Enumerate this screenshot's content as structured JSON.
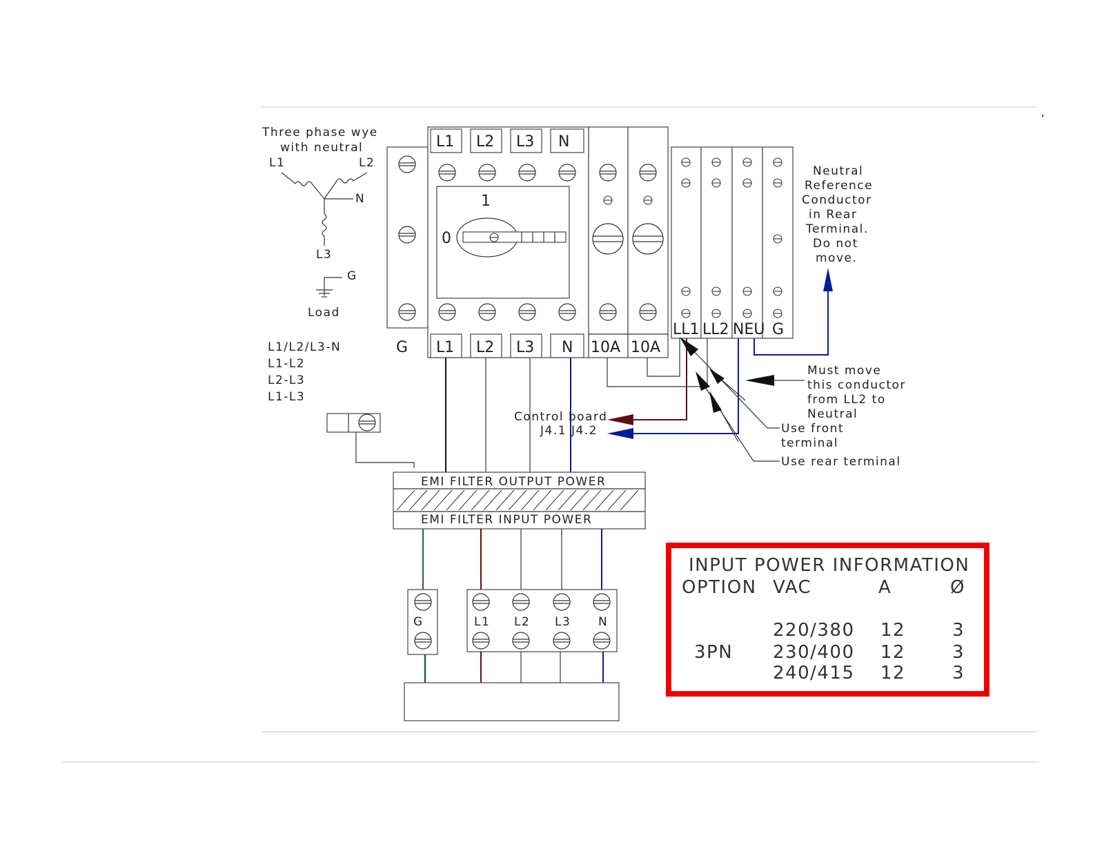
{
  "wye": {
    "title_line1": "Three phase wye",
    "title_line2": "with neutral",
    "l1": "L1",
    "l2": "L2",
    "l3": "L3",
    "n": "N",
    "g": "G",
    "load": "Load"
  },
  "connections": [
    "L1/L2/L3-N",
    "L1-L2",
    "L2-L3",
    "L1-L3"
  ],
  "switch": {
    "top_terminals": [
      "L1",
      "L2",
      "L3",
      "N"
    ],
    "bottom_terminals": [
      "L1",
      "L2",
      "L3",
      "N"
    ],
    "ground_label": "G",
    "on_mark": "1",
    "off_mark": "0"
  },
  "fuses": [
    "10A",
    "10A"
  ],
  "terminal_block": [
    "LL1",
    "LL2",
    "NEU",
    "G"
  ],
  "notes": {
    "neutral_ref": [
      "Neutral",
      "Reference",
      "Conductor",
      "in Rear",
      "Terminal.",
      "Do not",
      "move."
    ],
    "must_move": [
      "Must move",
      "this conductor",
      "from LL2 to",
      "Neutral"
    ],
    "front": [
      "Use front",
      "terminal"
    ],
    "rear": "Use rear terminal",
    "control_board_1": "Control board",
    "control_board_2": "J4.1  J4.2"
  },
  "emi": {
    "output": "EMI FILTER OUTPUT POWER",
    "input": "EMI FILTER INPUT POWER"
  },
  "input_block": {
    "ground": "G",
    "terminals": [
      "L1",
      "L2",
      "L3",
      "N"
    ]
  },
  "info_table": {
    "title": "INPUT POWER INFORMATION",
    "headers": [
      "OPTION",
      "VAC",
      "A",
      "Ø"
    ],
    "option": "3PN",
    "rows": [
      {
        "vac": "220/380",
        "a": "12",
        "phase": "3"
      },
      {
        "vac": "230/400",
        "a": "12",
        "phase": "3"
      },
      {
        "vac": "240/415",
        "a": "12",
        "phase": "3"
      }
    ]
  },
  "colors": {
    "blue": "#0a1a9c",
    "brown": "#5a1010",
    "green": "#1a6a3a",
    "highlight": "#ee0000",
    "rule": "#c8dce8"
  }
}
